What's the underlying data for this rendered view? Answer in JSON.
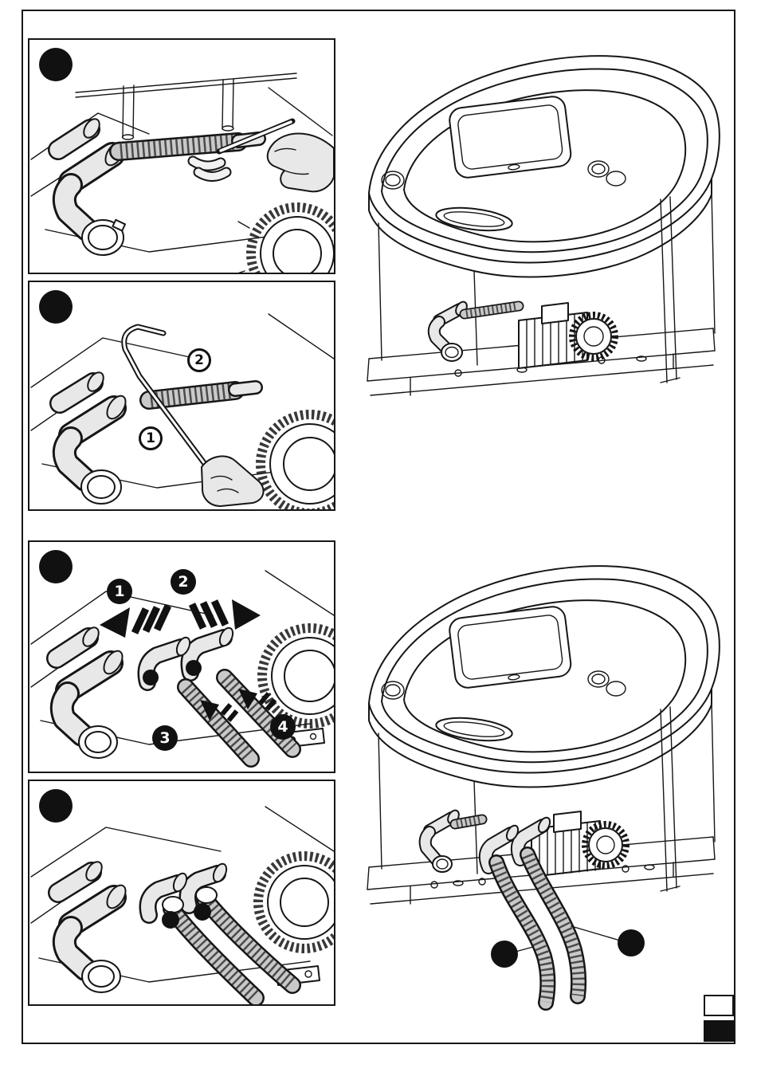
{
  "page": {
    "paper_color": "#ffffff",
    "ink_color": "#161616",
    "badge_color": "#111111"
  },
  "panels": [
    {
      "name": "measure-and-mark-hose",
      "step_badge_label": ""
    },
    {
      "name": "cut-hose-to-length",
      "step_badge_label": "",
      "callouts": {
        "tool": "1",
        "hose": "2"
      }
    },
    {
      "name": "push-fittings-and-hoses",
      "step_badge_label": "",
      "callouts": {
        "left_fitting": "1",
        "right_fitting": "2",
        "left_hose": "3",
        "right_hose": "4"
      }
    },
    {
      "name": "hoses-connected-view",
      "step_badge_label": ""
    }
  ],
  "overview_illustrations": [
    {
      "name": "spa-underside-with-pump"
    },
    {
      "name": "spa-underside-with-drain-hoses",
      "hose_callouts": {
        "left": "",
        "right": ""
      }
    }
  ],
  "footer_markers": {
    "light_square": "",
    "dark_square": ""
  }
}
